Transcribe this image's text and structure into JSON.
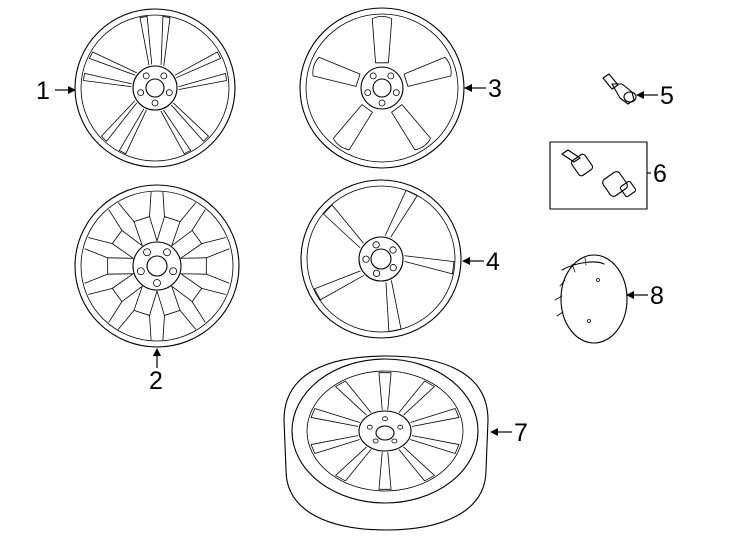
{
  "diagram": {
    "callouts": [
      {
        "id": "1",
        "label": "1"
      },
      {
        "id": "2",
        "label": "2"
      },
      {
        "id": "3",
        "label": "3"
      },
      {
        "id": "4",
        "label": "4"
      },
      {
        "id": "5",
        "label": "5"
      },
      {
        "id": "6",
        "label": "6"
      },
      {
        "id": "7",
        "label": "7"
      },
      {
        "id": "8",
        "label": "8"
      }
    ],
    "parts": [
      {
        "callout": "1",
        "icon": "wheel-five-twin-spoke-icon"
      },
      {
        "callout": "2",
        "icon": "wheel-mesh-spoke-icon"
      },
      {
        "callout": "3",
        "icon": "wheel-five-spoke-window-icon"
      },
      {
        "callout": "4",
        "icon": "wheel-five-spoke-icon"
      },
      {
        "callout": "5",
        "icon": "tpms-valve-icon"
      },
      {
        "callout": "6",
        "icon": "valve-stem-kit-icon"
      },
      {
        "callout": "7",
        "icon": "spare-wheel-tire-icon"
      },
      {
        "callout": "8",
        "icon": "center-cap-icon"
      }
    ]
  }
}
